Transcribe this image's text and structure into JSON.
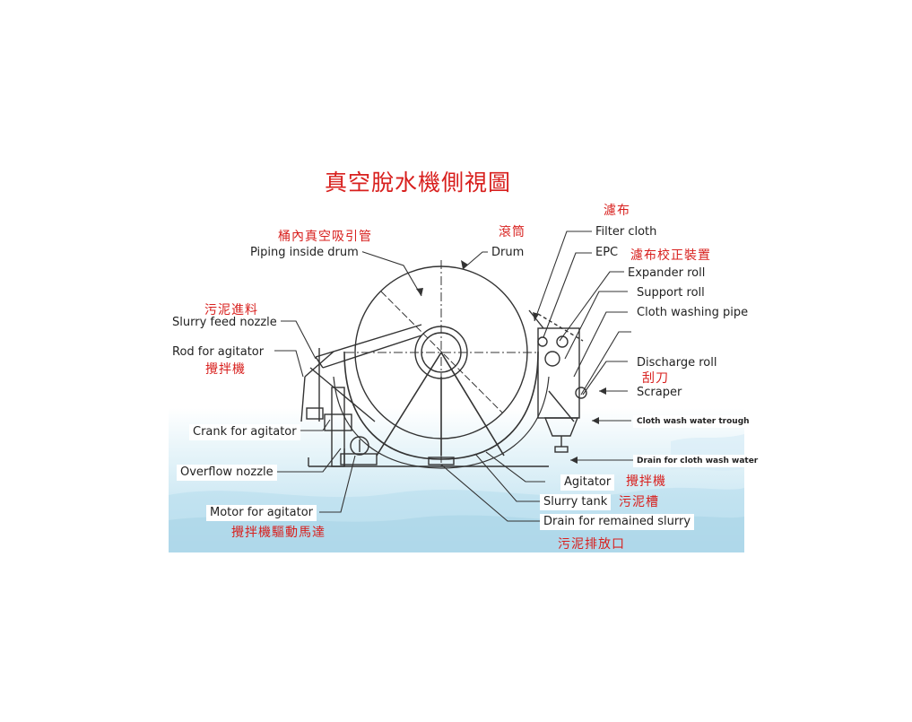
{
  "title": "真空脫水機側視圖",
  "labels": {
    "filter_cloth_zh": "濾布",
    "filter_cloth": "Filter cloth",
    "drum_zh": "滾筒",
    "drum": "Drum",
    "piping_zh": "桶內真空吸引管",
    "piping": "Piping inside drum",
    "epc": "EPC",
    "epc_zh": "濾布校正裝置",
    "expander_roll": "Expander roll",
    "support_roll": "Support  roll",
    "cloth_washing_pipe": "Cloth washing pipe",
    "slurry_feed_zh": "污泥進料",
    "slurry_feed": "Slurry feed nozzle",
    "rod_agitator": "Rod for agitator",
    "rod_agitator_zh": "攪拌機",
    "discharge_roll": "Discharge roll",
    "scraper_zh": "刮刀",
    "scraper": "Scraper",
    "cloth_wash_trough": "Cloth wash water trough",
    "crank_agitator": "Crank for agitator",
    "overflow_nozzle": "Overflow nozzle",
    "drain_cloth_wash": "Drain for cloth wash water",
    "agitator": "Agitator",
    "agitator_zh": "攪拌機",
    "slurry_tank": "Slurry tank",
    "slurry_tank_zh": "污泥槽",
    "motor_agitator": "Motor for agitator",
    "motor_agitator_zh": "攪拌機驅動馬達",
    "drain_slurry": "Drain for remained slurry",
    "drain_slurry_zh": "污泥排放口"
  }
}
